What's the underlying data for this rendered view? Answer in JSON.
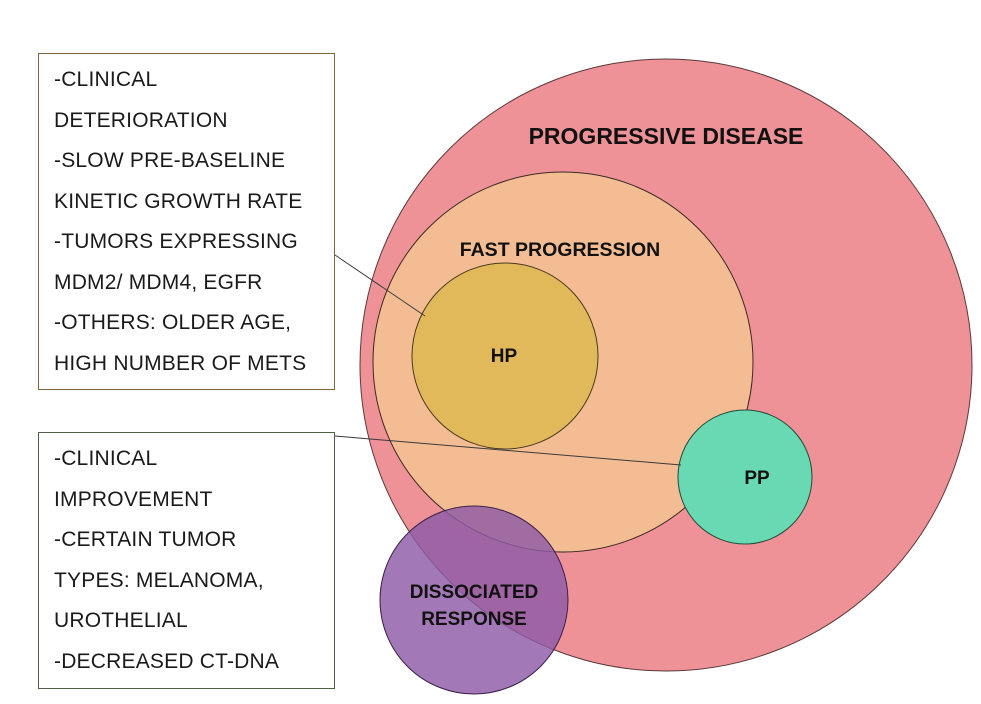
{
  "circles": {
    "progressive_disease": {
      "label": "PROGRESSIVE DISEASE",
      "color": "#ef9297"
    },
    "fast_progression": {
      "label": "FAST PROGRESSION",
      "color": "#f4bc93"
    },
    "hp": {
      "label": "HP",
      "color": "#e1b85a"
    },
    "pp": {
      "label": "PP",
      "color": "#68d9b2"
    },
    "dissociated_response": {
      "label_line1": "DISSOCIATED",
      "label_line2": "RESPONSE",
      "color": "#8d5aa6"
    }
  },
  "hp_box": {
    "lines": [
      "-CLINICAL",
      "DETERIORATION",
      "-SLOW PRE-BASELINE",
      "KINETIC GROWTH RATE",
      "-TUMORS EXPRESSING",
      "MDM2/ MDM4, EGFR",
      "-OTHERS: OLDER AGE,",
      "HIGH NUMBER OF METS"
    ]
  },
  "pp_box": {
    "lines": [
      "-CLINICAL",
      "IMPROVEMENT",
      "-CERTAIN TUMOR",
      "TYPES: MELANOMA,",
      "UROTHELIAL",
      "-DECREASED CT-DNA"
    ]
  }
}
